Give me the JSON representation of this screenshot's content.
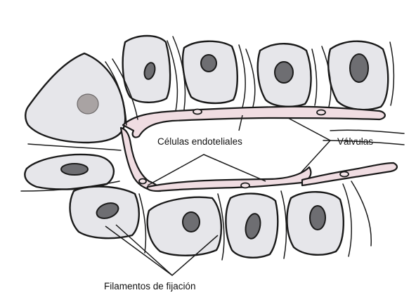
{
  "labels": {
    "endothelial_cells": "Células endoteliales",
    "valves": "Válvulas",
    "anchoring_filaments": "Filamentos de fijación"
  },
  "colors": {
    "cell_fill": "#e6e6ea",
    "nucleus": "#6e6e72",
    "vessel_wall": "#f0dde2",
    "outline": "#1a1a1a"
  }
}
